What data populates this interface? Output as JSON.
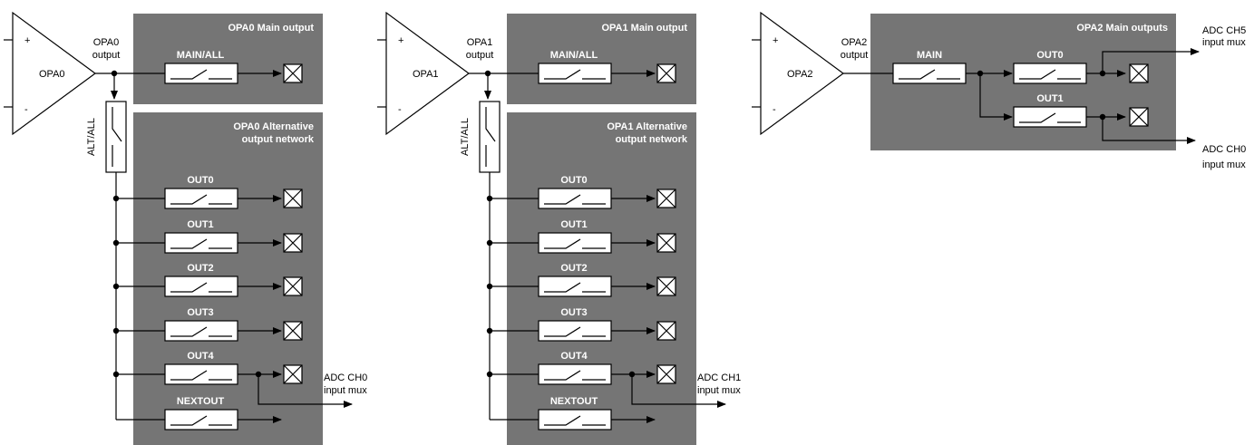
{
  "opa_units": [
    {
      "amp_label": "OPA0",
      "plus": "+",
      "minus": "-",
      "output_label": [
        "OPA0",
        "output"
      ],
      "main_title": "OPA0 Main output",
      "main_switch": "MAIN/ALL",
      "alt_switch": "ALT/ALL",
      "alt_title": [
        "OPA0 Alternative",
        "output network"
      ],
      "outputs": [
        "OUT0",
        "OUT1",
        "OUT2",
        "OUT3",
        "OUT4",
        "NEXTOUT"
      ],
      "adc_label": [
        "ADC CH0",
        "input mux"
      ]
    },
    {
      "amp_label": "OPA1",
      "plus": "+",
      "minus": "-",
      "output_label": [
        "OPA1",
        "output"
      ],
      "main_title": "OPA1 Main output",
      "main_switch": "MAIN/ALL",
      "alt_switch": "ALT/ALL",
      "alt_title": [
        "OPA1 Alternative",
        "output network"
      ],
      "outputs": [
        "OUT0",
        "OUT1",
        "OUT2",
        "OUT3",
        "OUT4",
        "NEXTOUT"
      ],
      "adc_label": [
        "ADC CH1",
        "input mux"
      ]
    }
  ],
  "opa2": {
    "amp_label": "OPA2",
    "plus": "+",
    "minus": "-",
    "output_label": [
      "OPA2",
      "output"
    ],
    "title": "OPA2 Main outputs",
    "main_switch": "MAIN",
    "out0_switch": "OUT0",
    "out1_switch": "OUT1",
    "adc_top": [
      "ADC CH5",
      "input mux"
    ],
    "adc_bottom": [
      "ADC CH0",
      "input mux"
    ]
  }
}
